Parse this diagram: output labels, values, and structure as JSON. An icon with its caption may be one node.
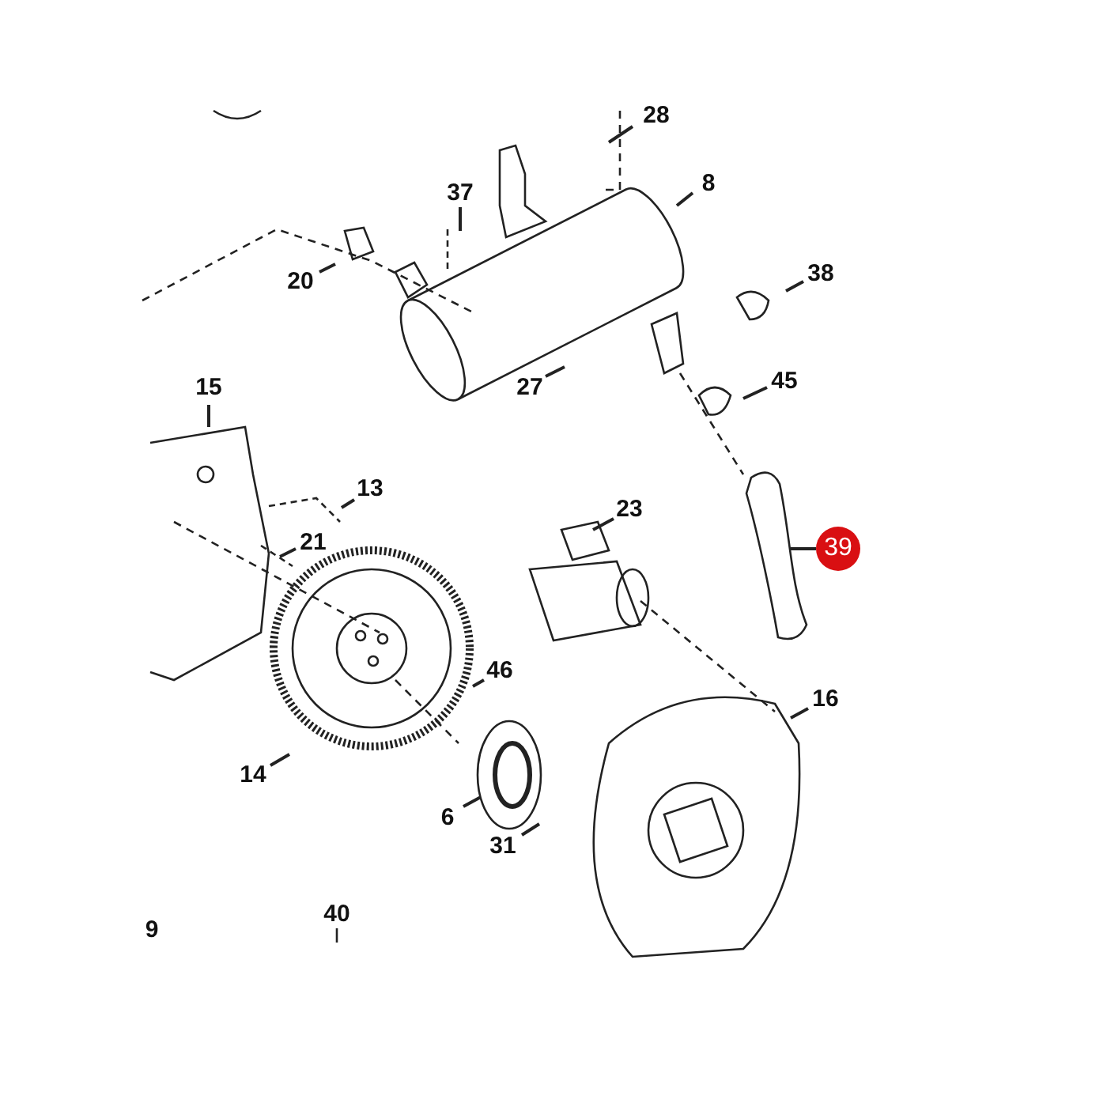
{
  "diagram": {
    "nodes": [
      {
        "text": [
          "28"
        ]
      },
      {
        "text": [
          "37"
        ]
      },
      {
        "text": [
          "8"
        ]
      },
      {
        "text": [
          "20"
        ]
      },
      {
        "text": [
          "38"
        ]
      },
      {
        "text": [
          "27"
        ]
      },
      {
        "text": [
          "45"
        ]
      },
      {
        "text": [
          "15"
        ]
      },
      {
        "text": [
          "13"
        ]
      },
      {
        "text": [
          "21"
        ]
      },
      {
        "text": [
          "23"
        ]
      },
      {
        "text": [
          "39"
        ]
      },
      {
        "text": [
          "46"
        ]
      },
      {
        "text": [
          "16"
        ]
      },
      {
        "text": [
          "14"
        ]
      },
      {
        "text": [
          "6"
        ]
      },
      {
        "text": [
          "31"
        ]
      }
    ],
    "edges": [
      {
        "from": 0,
        "to": null,
        "arrow": "none"
      },
      {
        "from": 1,
        "to": null,
        "arrow": "none"
      },
      {
        "from": 2,
        "to": null,
        "arrow": "none"
      },
      {
        "from": 3,
        "to": null,
        "arrow": "none"
      },
      {
        "from": 4,
        "to": null,
        "arrow": "none"
      },
      {
        "from": 5,
        "to": null,
        "arrow": "none"
      },
      {
        "from": 6,
        "to": null,
        "arrow": "none"
      },
      {
        "from": 7,
        "to": null,
        "arrow": "none"
      },
      {
        "from": 8,
        "to": null,
        "arrow": "none"
      },
      {
        "from": 9,
        "to": null,
        "arrow": "none"
      },
      {
        "from": 10,
        "to": null,
        "arrow": "none"
      },
      {
        "from": 11,
        "to": null,
        "arrow": "none"
      },
      {
        "from": 12,
        "to": null,
        "arrow": "none"
      },
      {
        "from": 13,
        "to": null,
        "arrow": "none"
      },
      {
        "from": 14,
        "to": null,
        "arrow": "none"
      },
      {
        "from": 15,
        "to": null,
        "arrow": "none"
      },
      {
        "from": 16,
        "to": null,
        "arrow": "none"
      }
    ],
    "labels": [
      "9",
      "40"
    ]
  }
}
